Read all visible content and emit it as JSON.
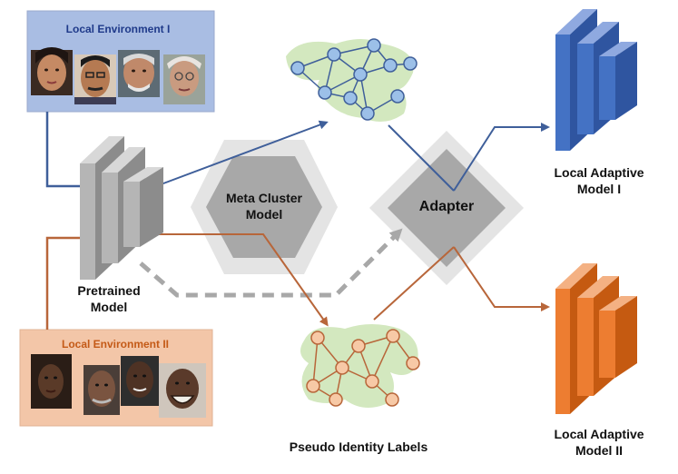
{
  "colors": {
    "blue": "#3f5f9a",
    "orange": "#b8663a",
    "gray": "#a8a8a8",
    "env1_bg": "#a9bde3",
    "env2_bg": "#f3c6a8",
    "cluster_bg": "#d3e8bf",
    "node_blue": "#9cc0e8",
    "node_orange": "#f7c9a6",
    "model_blue": "#4472c4",
    "model_orange": "#ed7d31"
  },
  "environments": [
    {
      "title": "Local Environment I",
      "faces": [
        "face-1",
        "face-2",
        "face-3",
        "face-4"
      ]
    },
    {
      "title": "Local Environment II",
      "faces": [
        "face-5",
        "face-6",
        "face-7",
        "face-8"
      ]
    }
  ],
  "labels": {
    "pretrained_line1": "Pretrained",
    "pretrained_line2": "Model",
    "meta_line1": "Meta Cluster",
    "meta_line2": "Model",
    "adapter": "Adapter",
    "local1_line1": "Local Adaptive",
    "local1_line2": "Model I",
    "local2_line1": "Local Adaptive",
    "local2_line2": "Model II",
    "pseudo": "Pseudo Identity Labels"
  }
}
